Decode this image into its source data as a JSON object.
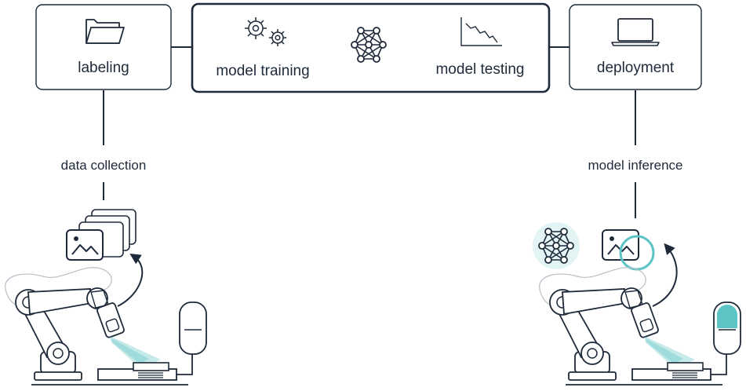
{
  "colors": {
    "ink": "#1e2a3a",
    "accent": "#5cc4c4",
    "pale_outline": "#b8bec6"
  },
  "boxes": {
    "labeling": {
      "label": "labeling",
      "icon": "folder-icon"
    },
    "training": {
      "label": "model training",
      "icon": "gears-icon"
    },
    "network": {
      "icon": "neural-network-icon"
    },
    "testing": {
      "label": "model testing",
      "icon": "loss-curve-icon"
    },
    "deployment": {
      "label": "deployment",
      "icon": "laptop-icon"
    }
  },
  "edges": {
    "data_collection": "data collection",
    "model_inference": "model inference"
  },
  "scenes": {
    "left": {
      "arm": "robot-arm",
      "camera": "camera-icon",
      "images": "image-stack-icon"
    },
    "right": {
      "arm": "robot-arm",
      "camera": "camera-icon",
      "images": "image-icon",
      "network": "neural-network-icon",
      "highlight": "#5cc4c4"
    }
  }
}
